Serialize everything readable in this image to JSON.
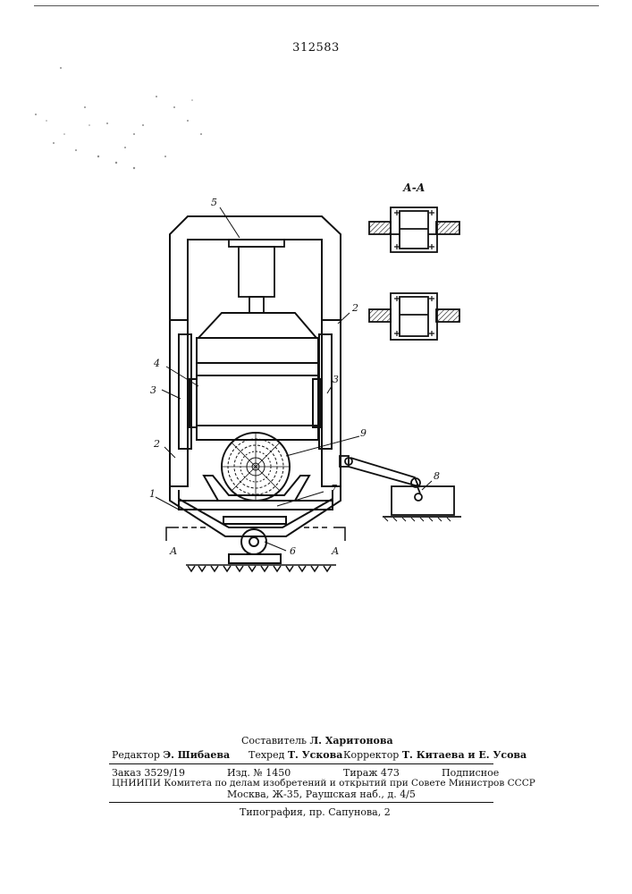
{
  "document": {
    "number": "312583"
  },
  "drawing": {
    "section_title": "А-А",
    "labels": {
      "l1": "1",
      "l2_right": "2",
      "l2_left": "2",
      "l3_left": "3",
      "l3_right": "3",
      "l4": "4",
      "l5": "5",
      "l6": "6",
      "l7": "7",
      "l8": "8",
      "l9": "9",
      "a_left": "А",
      "a_right": "А"
    }
  },
  "footer": {
    "compiler_label": "Составитель",
    "compiler_name": "Л. Харитонова",
    "editor_label": "Редактор",
    "editor_name": "Э. Шибаева",
    "techred_label": "Техред",
    "techred_name": "Т. Ускова",
    "corrector_label": "Корректор",
    "corrector_names": "Т. Китаева и Е. Усова",
    "order": "Заказ 3529/19",
    "edition": "Изд. № 1450",
    "circulation": "Тираж 473",
    "subscription": "Подписное",
    "org_line": "ЦНИИПИ Комитета по делам изобретений и открытий при Совете Министров СССР",
    "address_line": "Москва, Ж-35, Раушская наб., д. 4/5",
    "printer_line": "Типография, пр. Сапунова, 2"
  }
}
